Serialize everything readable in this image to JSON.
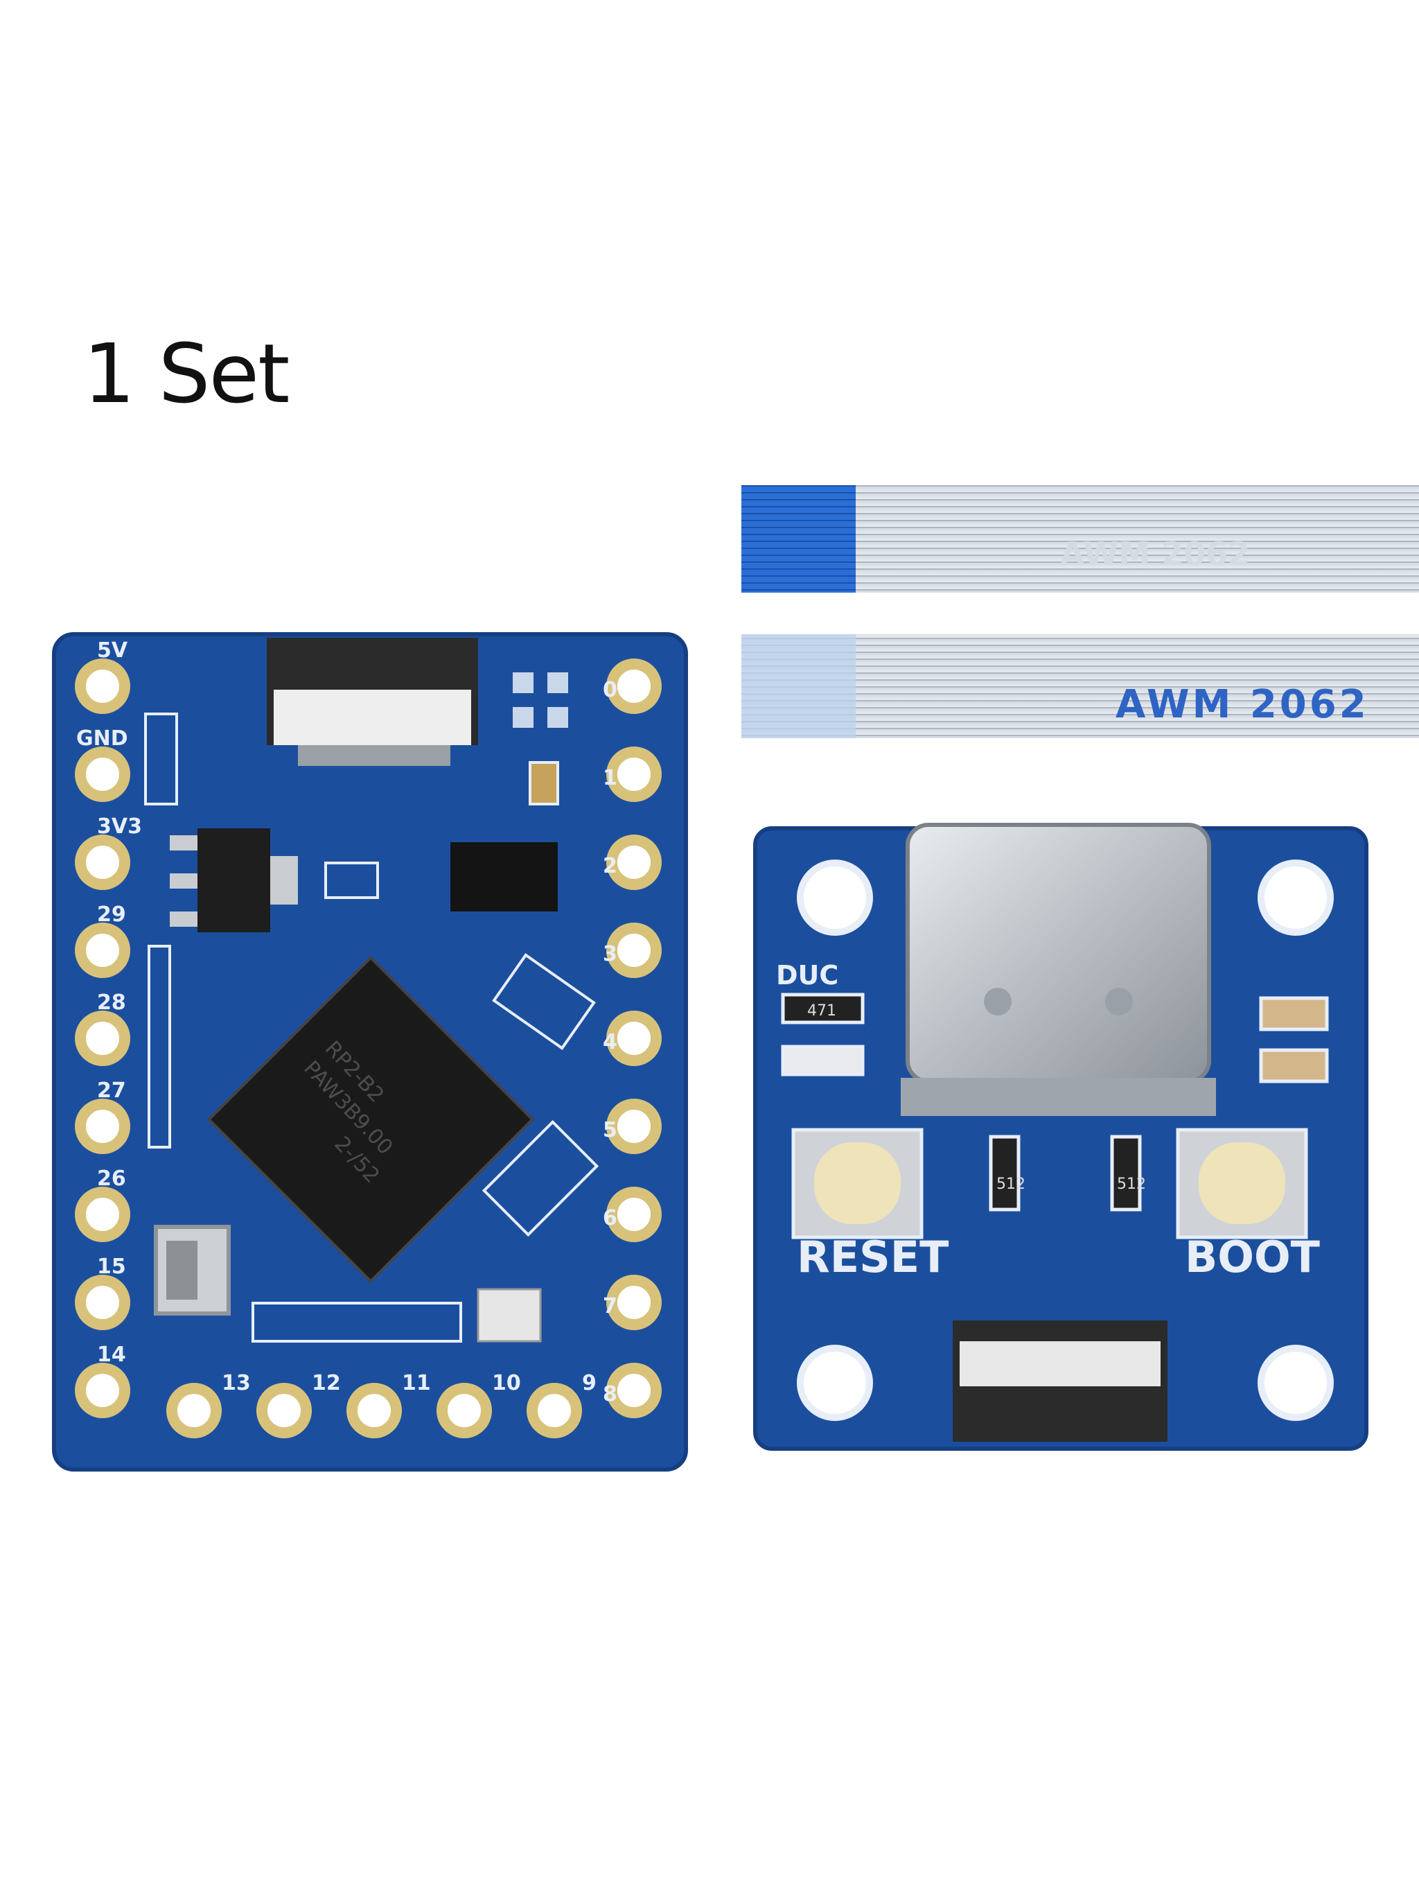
{
  "caption": "1 Set",
  "cable": {
    "print_top": "AWM 2062",
    "print_bottom": "AWM 2062"
  },
  "main_board": {
    "left_labels": [
      "5V",
      "GND",
      "3V3",
      "29",
      "28",
      "27",
      "26",
      "15",
      "14"
    ],
    "right_labels": [
      "0",
      "1",
      "2",
      "3",
      "4",
      "5",
      "6",
      "7",
      "8"
    ],
    "bottom_labels": [
      "13",
      "12",
      "11",
      "10",
      "9"
    ],
    "chip_marking": [
      "RP2-B2",
      "PAW3B9.00",
      "2-/52"
    ]
  },
  "usb_board": {
    "reset_label": "RESET",
    "boot_label": "BOOT",
    "led_label": "DUC",
    "resistor_top": "471",
    "resistor_left": "512",
    "resistor_right": "512"
  },
  "colors": {
    "pcb": "#1b4f9e",
    "pcb_dark": "#163f82",
    "silk": "#e8eef8",
    "gold": "#d8c27a"
  }
}
